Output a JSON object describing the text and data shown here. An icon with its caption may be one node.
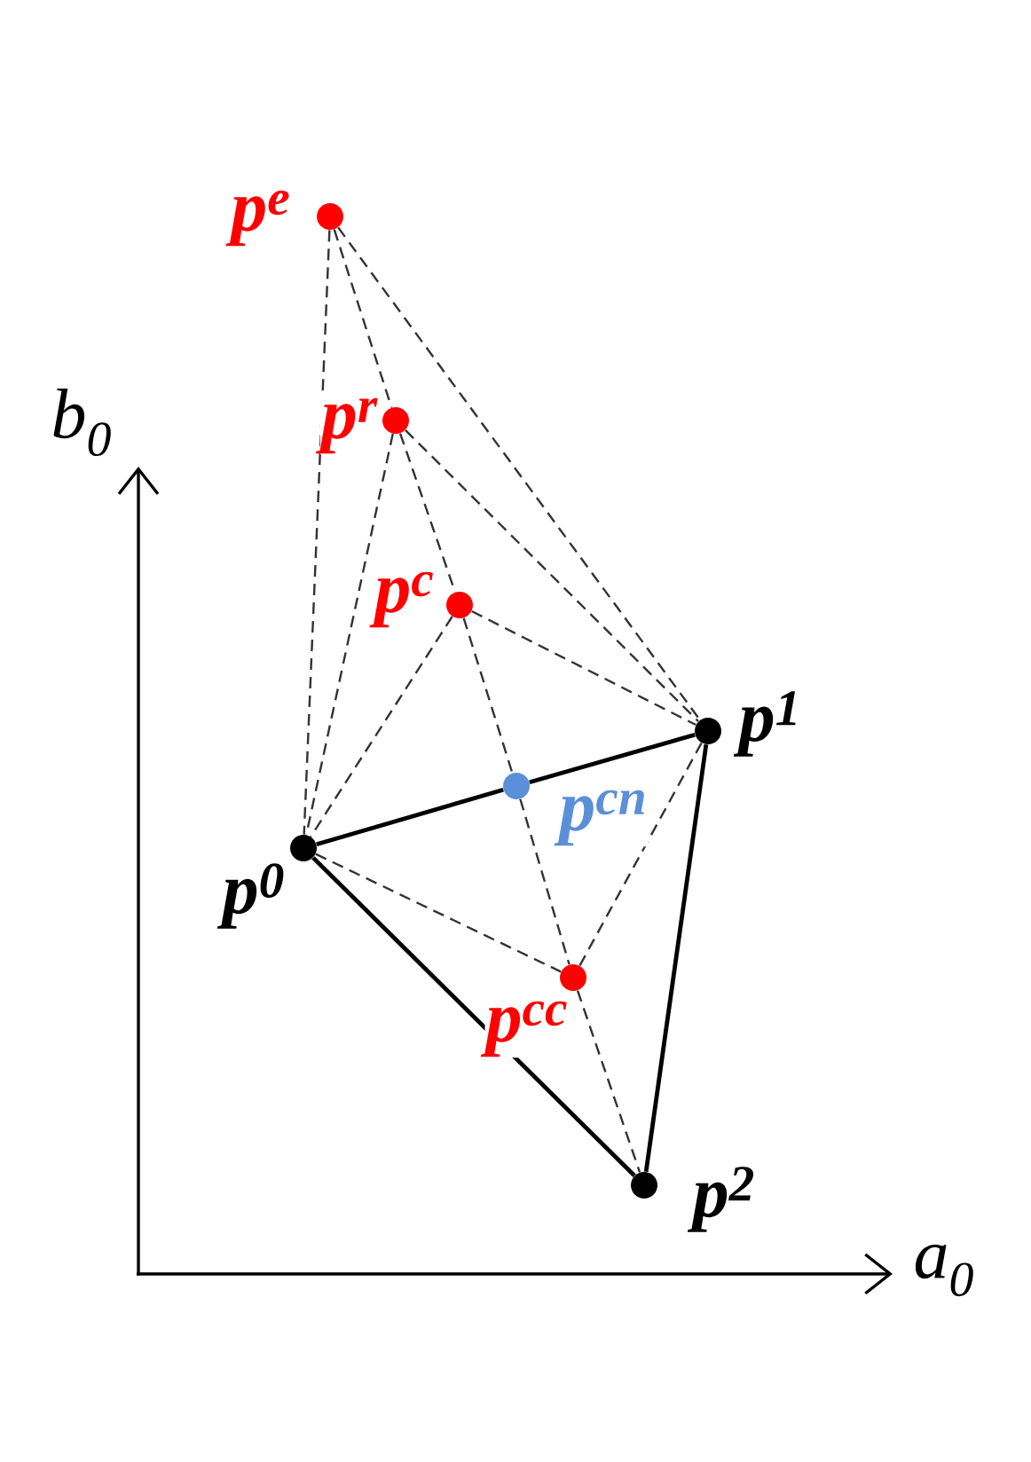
{
  "diagram": {
    "nodes": [
      {
        "text": [],
        "shape": "circle",
        "beside": [
          "p$^{e}$"
        ]
      },
      {
        "text": [],
        "shape": "circle",
        "beside": [
          "p$^{r}$"
        ]
      },
      {
        "text": [],
        "shape": "circle",
        "beside": [
          "p$^{c}$"
        ]
      },
      {
        "text": [],
        "shape": "circle",
        "beside": [
          "p$^{1}$"
        ]
      },
      {
        "text": [],
        "shape": "circle",
        "beside": [
          "p$^{cn}$"
        ]
      },
      {
        "text": [],
        "shape": "circle",
        "beside": [
          "p$^{0}$"
        ]
      },
      {
        "text": [],
        "shape": "circle",
        "beside": [
          "p$^{cc}$"
        ]
      },
      {
        "text": [],
        "shape": "circle",
        "beside": [
          "p$^{2}$"
        ]
      }
    ],
    "edges": [
      {
        "from": 0,
        "to": 1,
        "arrow": "none",
        "style": "dashed"
      },
      {
        "from": 1,
        "to": 2,
        "arrow": "none",
        "style": "dashed"
      },
      {
        "from": 2,
        "to": 4,
        "arrow": "none",
        "style": "dashed"
      },
      {
        "from": 4,
        "to": 6,
        "arrow": "none",
        "style": "dashed"
      },
      {
        "from": 6,
        "to": 7,
        "arrow": "none",
        "style": "dashed"
      },
      {
        "from": 0,
        "to": 5,
        "arrow": "none",
        "style": "dashed"
      },
      {
        "from": 0,
        "to": 3,
        "arrow": "none",
        "style": "dashed"
      },
      {
        "from": 1,
        "to": 5,
        "arrow": "none",
        "style": "dashed"
      },
      {
        "from": 1,
        "to": 3,
        "arrow": "none",
        "style": "dashed"
      },
      {
        "from": 2,
        "to": 5,
        "arrow": "none",
        "style": "dashed"
      },
      {
        "from": 2,
        "to": 3,
        "arrow": "none",
        "style": "dashed"
      },
      {
        "from": 5,
        "to": 6,
        "arrow": "none",
        "style": "dashed"
      },
      {
        "from": 3,
        "to": 6,
        "arrow": "none",
        "style": "dashed"
      },
      {
        "from": 5,
        "to": 4,
        "arrow": "none"
      },
      {
        "from": 4,
        "to": 3,
        "arrow": "none"
      },
      {
        "from": 5,
        "to": 7,
        "arrow": "none"
      },
      {
        "from": 3,
        "to": 7,
        "arrow": "none"
      }
    ],
    "labels": [
      "b$_{0}$",
      "a$_{0}$"
    ]
  }
}
